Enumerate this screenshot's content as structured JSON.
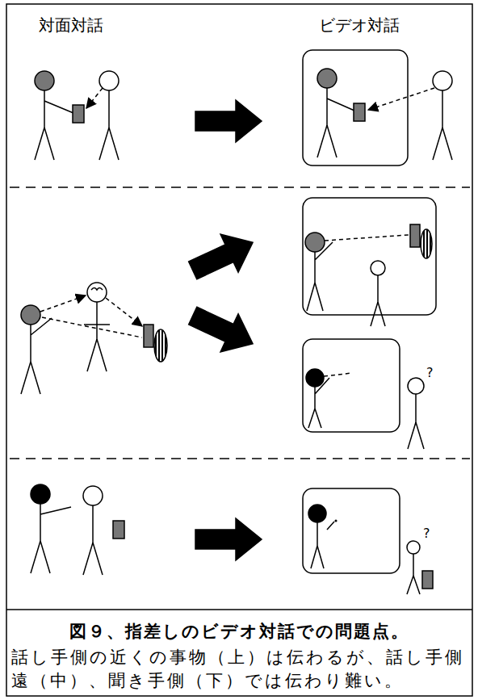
{
  "diagram": {
    "caption": "図９、指差しのビデオ対話での問題点。",
    "labels": [
      "対面対話",
      "ビデオ対話",
      "?",
      "?",
      "話し手側の近くの事物（上）は伝わるが、話し手側遠（中）、聞き手側（下）では伝わり難い。"
    ]
  }
}
